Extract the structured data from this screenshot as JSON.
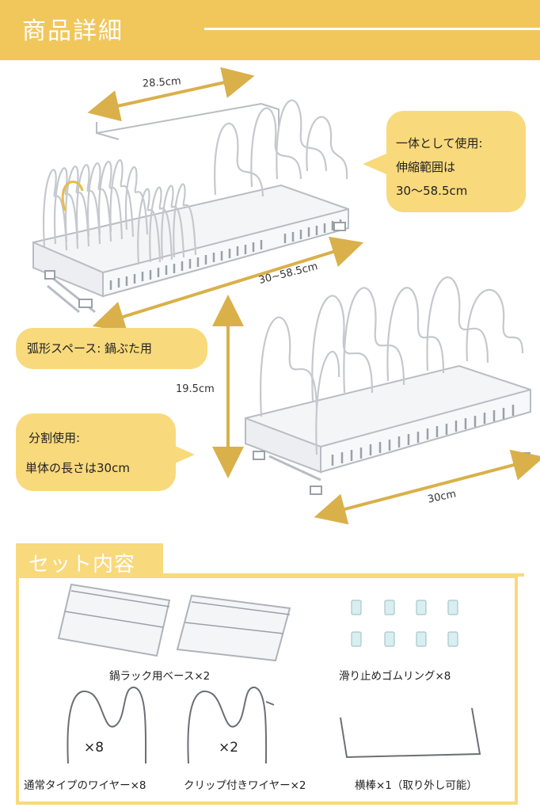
{
  "header": {
    "title": "商品詳細"
  },
  "dimensions": {
    "width_top": "28.5cm",
    "length_extended": "30~58.5cm",
    "height": "19.5cm",
    "length_single": "30cm"
  },
  "callouts": {
    "extend": {
      "line1": "一体として使用:",
      "line2": "伸縮範囲は",
      "line3": "30〜58.5cm"
    },
    "arc": {
      "text": "弧形スペース: 鍋ぶた用"
    },
    "split": {
      "line1": "分割使用:",
      "line2": "単体の長さは30cm"
    }
  },
  "set_contents": {
    "title": "セット内容",
    "items": [
      {
        "label": "鍋ラック用ベース×2"
      },
      {
        "label": "滑り止めゴムリング×8"
      },
      {
        "label": "通常タイプのワイヤー×8",
        "qty": "×8"
      },
      {
        "label": "クリップ付きワイヤー×2",
        "qty": "×2"
      },
      {
        "label": "横棒×1（取り外し可能）"
      }
    ]
  },
  "colors": {
    "header": "#f1c75c",
    "accent": "#f8d97c",
    "arrow": "#d9b04a"
  }
}
